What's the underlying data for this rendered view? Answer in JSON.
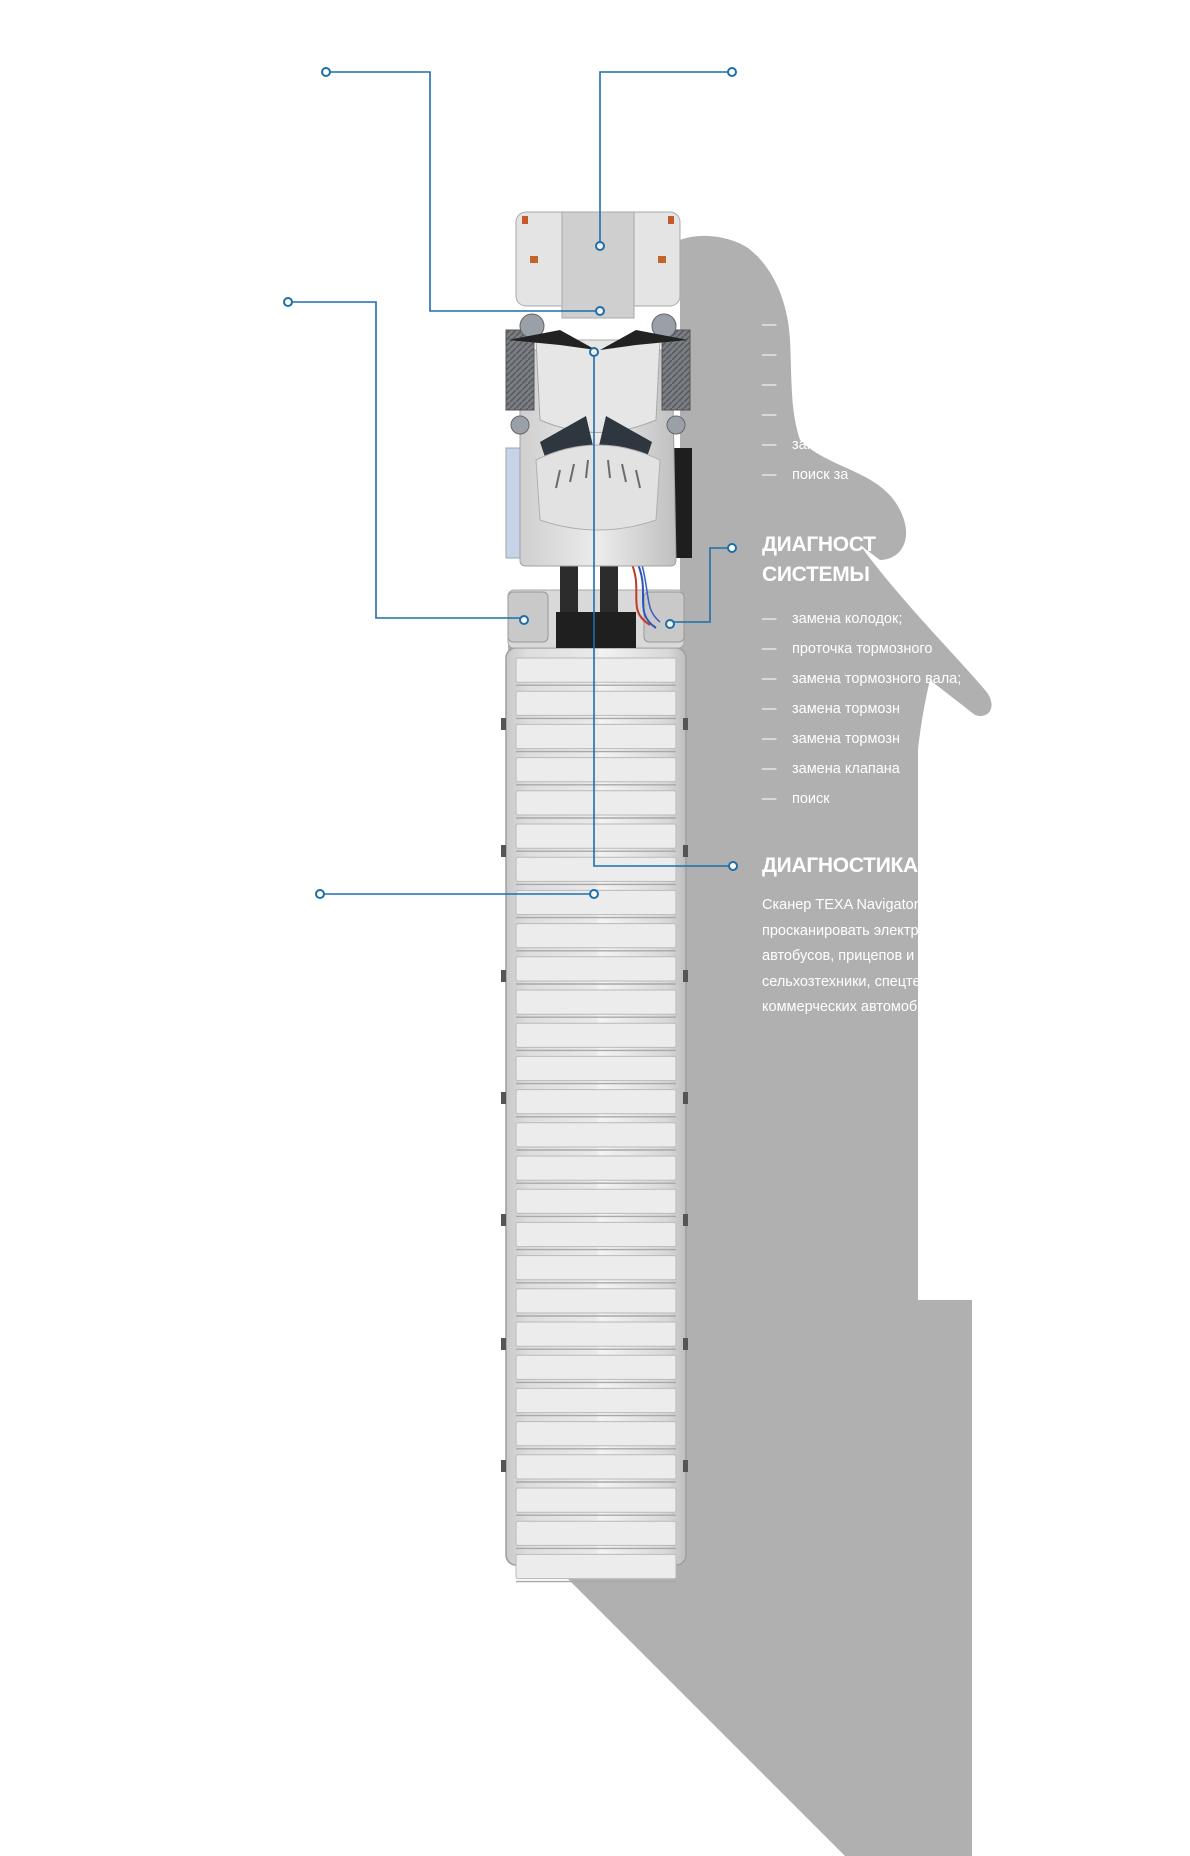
{
  "colors": {
    "background": "#ffffff",
    "shadow": "#b0b0b0",
    "callout_line": "#1f6ea8",
    "text": "#ffffff"
  },
  "illustration": {
    "subject": "semi-truck-top-view",
    "note_icon": "truck-icon"
  },
  "sections": {
    "suspension": {
      "title": "",
      "items": [
        "",
        "",
        "",
        "",
        "замена",
        "поиск за"
      ]
    },
    "brakes": {
      "title_line1": "ДИАГНОСТ",
      "title_line2": "СИСТЕМЫ",
      "items": [
        "замена колодок;",
        "проточка тормозного",
        "замена тормозного вала;",
        "замена тормозн",
        "замена тормозн",
        "замена клапана",
        "поиск"
      ]
    },
    "diagnostics": {
      "title": "ДИАГНОСТИКА",
      "text": "Сканер TEXA Navigator TX\nпросканировать электронные\nавтобусов, прицепов и полупр\nсельхозтехники, спецтехники,\nкоммерческих автомобилей."
    }
  },
  "dash": "—"
}
